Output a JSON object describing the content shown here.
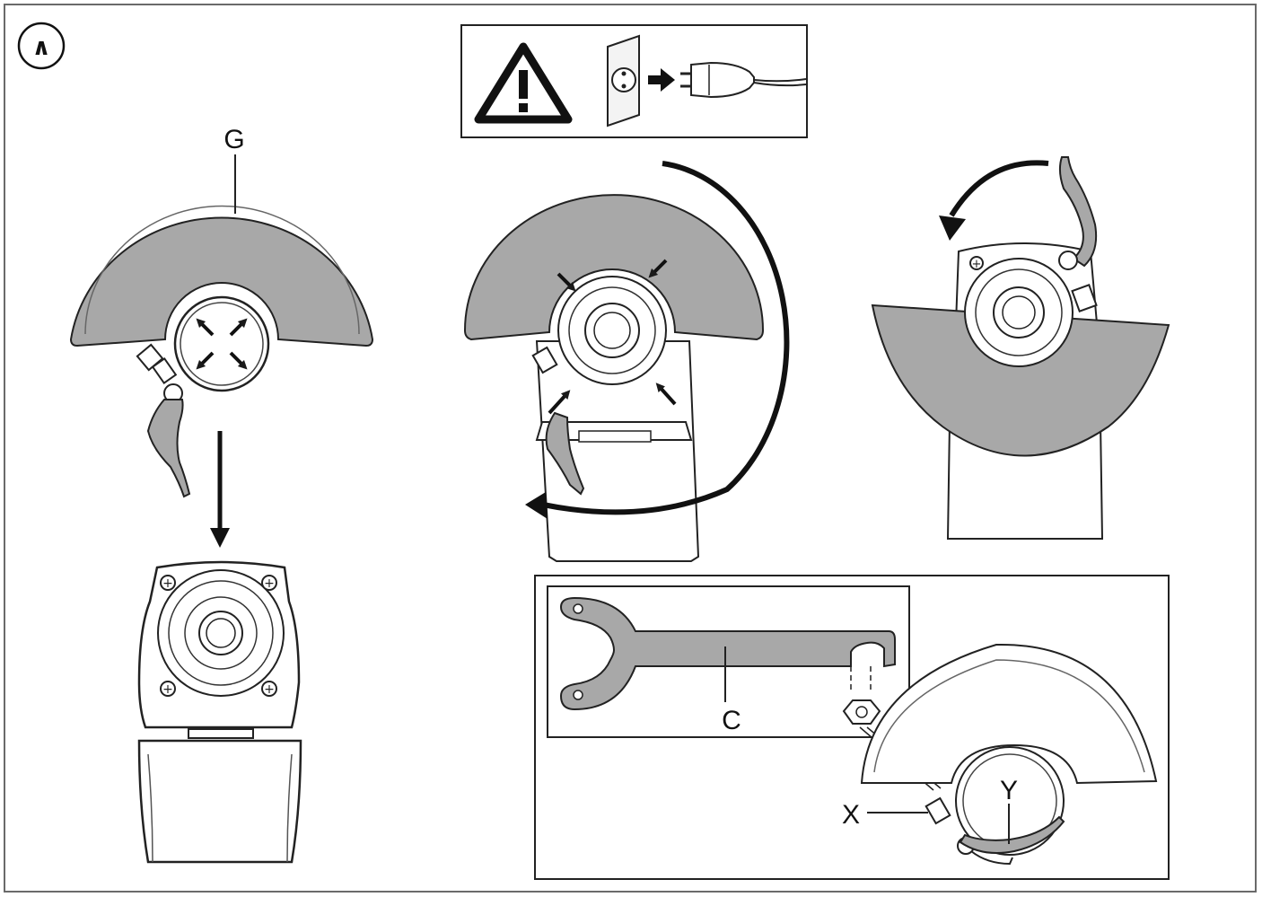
{
  "figure": {
    "step_marker": "∧",
    "labels": {
      "guard": "G",
      "spanner": "C",
      "screw": "X",
      "lever": "Y"
    }
  },
  "icons": {
    "warning": "warning-triangle-icon",
    "unplug": "unplug-power-icon"
  },
  "colors": {
    "guard_fill": "#a8a8a8",
    "line": "#1a1a1a",
    "frame": "#6a6a6a"
  }
}
